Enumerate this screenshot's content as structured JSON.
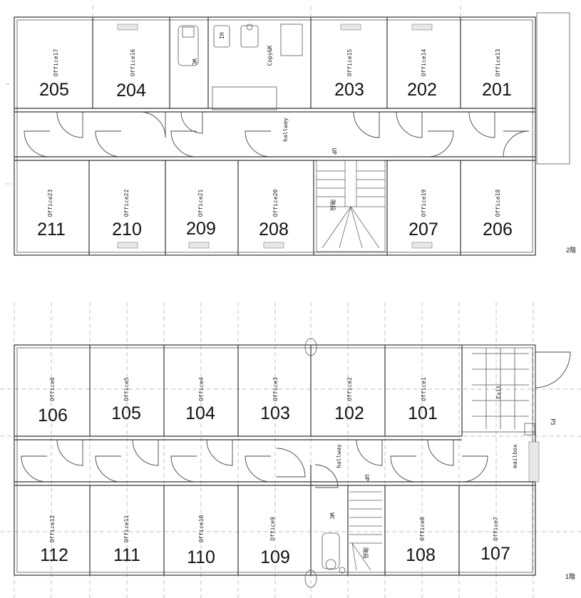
{
  "floors": [
    {
      "floor_label": "2階",
      "hallway_label": "hallway",
      "stair_label": "階段",
      "stair_up_label": "UP",
      "wc_label": "WC",
      "copy_label": "Copy&K",
      "ih_label": "IH",
      "rooms_top": [
        {
          "number": "205",
          "label": "Office17"
        },
        {
          "number": "204",
          "label": "Office16"
        },
        {
          "number": "203",
          "label": "Office15"
        },
        {
          "number": "202",
          "label": "Office14"
        },
        {
          "number": "201",
          "label": "Office13"
        }
      ],
      "rooms_bottom": [
        {
          "number": "211",
          "label": "Office23"
        },
        {
          "number": "210",
          "label": "Office22"
        },
        {
          "number": "209",
          "label": "Office21"
        },
        {
          "number": "208",
          "label": "Office20"
        },
        {
          "number": "207",
          "label": "Office19"
        },
        {
          "number": "206",
          "label": "Office18"
        }
      ]
    },
    {
      "floor_label": "1階",
      "hallway_label": "hallway",
      "stair_label": "階段",
      "stair_up_label": "UP",
      "wc_label": "WC",
      "exit_label": "Exit",
      "mailbox_label": "mailbox",
      "ps_label": "PS",
      "rooms_top": [
        {
          "number": "106",
          "label": "Office6"
        },
        {
          "number": "105",
          "label": "Office5"
        },
        {
          "number": "104",
          "label": "Office4"
        },
        {
          "number": "103",
          "label": "Office3"
        },
        {
          "number": "102",
          "label": "Office2"
        },
        {
          "number": "101",
          "label": "Office1"
        }
      ],
      "rooms_bottom": [
        {
          "number": "112",
          "label": "Office12"
        },
        {
          "number": "111",
          "label": "Office11"
        },
        {
          "number": "110",
          "label": "Office10"
        },
        {
          "number": "109",
          "label": "Office9"
        },
        {
          "number": "108",
          "label": "Office8"
        },
        {
          "number": "107",
          "label": "Office7"
        }
      ]
    }
  ]
}
